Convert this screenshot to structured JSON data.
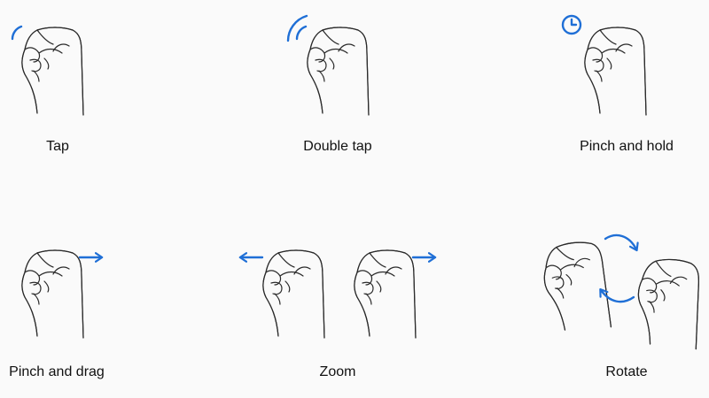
{
  "colors": {
    "accent": "#1f6fd6",
    "line": "#2a2a2a",
    "background": "#fafafa"
  },
  "gestures": [
    {
      "label": "Tap",
      "icon": "tap-arcs-icon"
    },
    {
      "label": "Double tap",
      "icon": "double-tap-arcs-icon"
    },
    {
      "label": "Pinch and hold",
      "icon": "clock-icon"
    },
    {
      "label": "Pinch and drag",
      "icon": "arrow-right-icon"
    },
    {
      "label": "Zoom",
      "icon": "arrows-apart-icon"
    },
    {
      "label": "Rotate",
      "icon": "rotate-arrows-icon"
    }
  ]
}
